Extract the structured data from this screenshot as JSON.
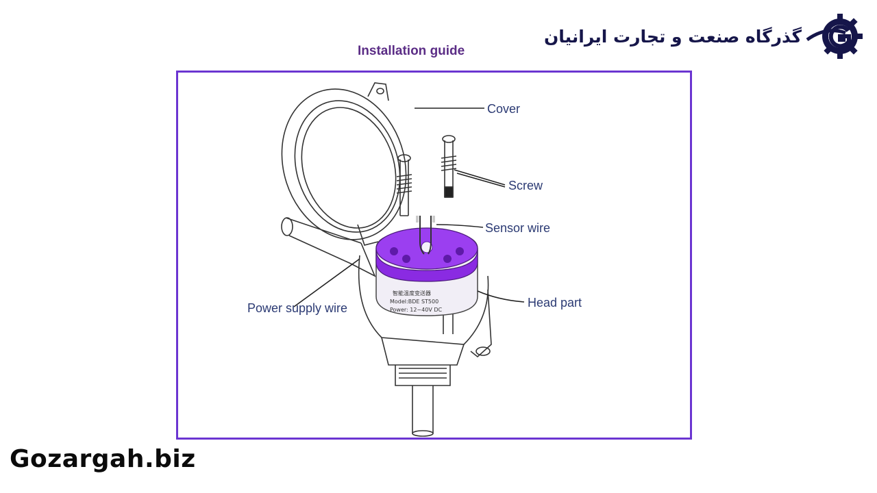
{
  "brand": {
    "name_fa": "گذرگاه صنعت و تجارت ایرانیان",
    "logo_icon": "gear-g-logo-icon",
    "logo_color": "#16164a"
  },
  "title": "Installation guide",
  "callouts": {
    "cover": "Cover",
    "screw": "Screw",
    "sensor_wire": "Sensor wire",
    "power_supply_wire": "Power supply wire",
    "head_part": "Head part"
  },
  "module_label": {
    "line1": "智能温度变送器",
    "line2": "Model:BDE ST500",
    "line3": "Power: 12~40V DC"
  },
  "colors": {
    "frame": "#6b35d1",
    "title": "#5b2d86",
    "module": "#8a2be2",
    "callout_text": "#2b3a73"
  },
  "footer": "Gozargah.biz"
}
